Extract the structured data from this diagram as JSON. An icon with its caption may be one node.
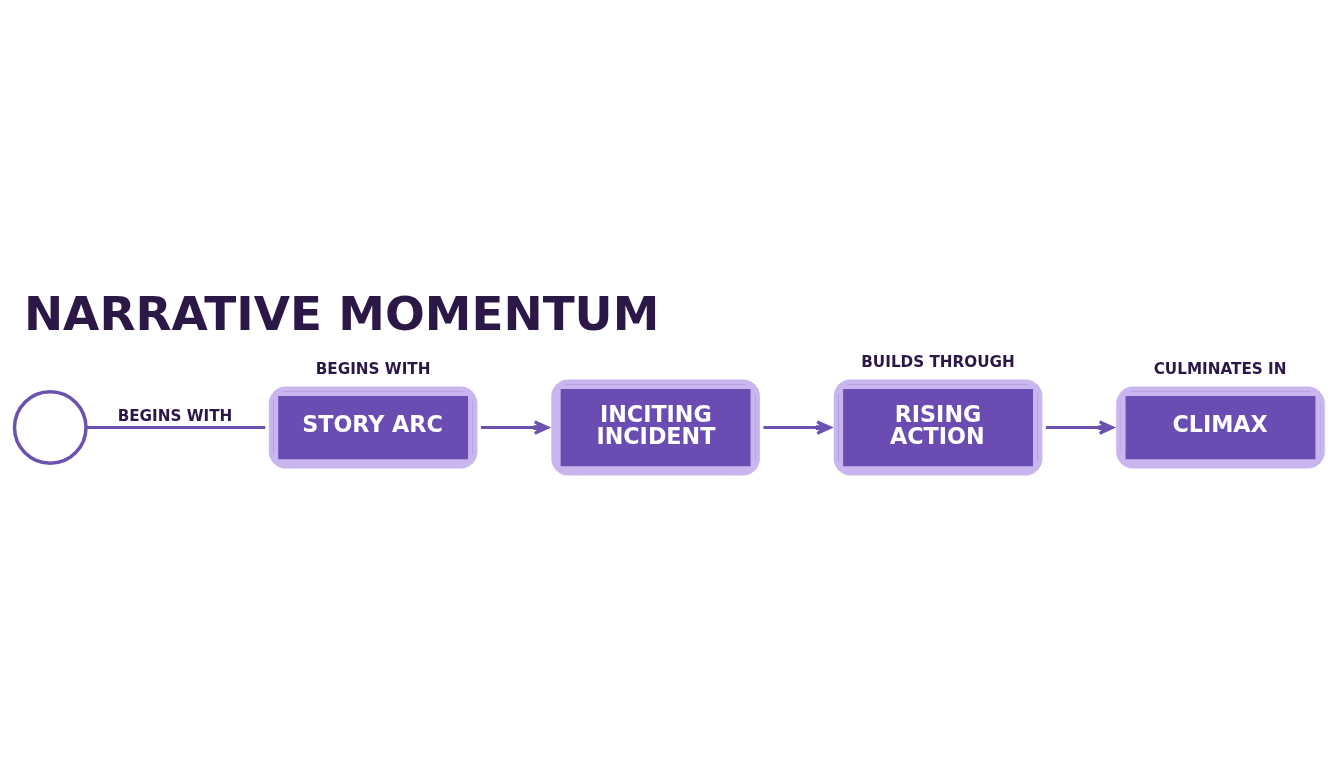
{
  "diagram": {
    "title": "NARRATIVE MOMENTUM",
    "nodes": [
      {
        "text": [],
        "shape": "circle"
      },
      {
        "text": [
          "STORY ARC"
        ],
        "beside": [
          "BEGINS WITH"
        ]
      },
      {
        "text": [
          "INCITING INCIDENT"
        ]
      },
      {
        "text": [
          "RISING ACTION"
        ],
        "beside": [
          "BUILDS THROUGH"
        ]
      },
      {
        "text": [
          "CLIMAX"
        ],
        "beside": [
          "CULMINATES IN"
        ]
      }
    ],
    "edges": [
      {
        "from": 0,
        "to": 1,
        "arrow": "none",
        "label": "BEGINS WITH"
      },
      {
        "from": 1,
        "to": 2,
        "arrow": "to"
      },
      {
        "from": 2,
        "to": 3,
        "arrow": "to"
      },
      {
        "from": 3,
        "to": 4,
        "arrow": "to"
      }
    ]
  }
}
